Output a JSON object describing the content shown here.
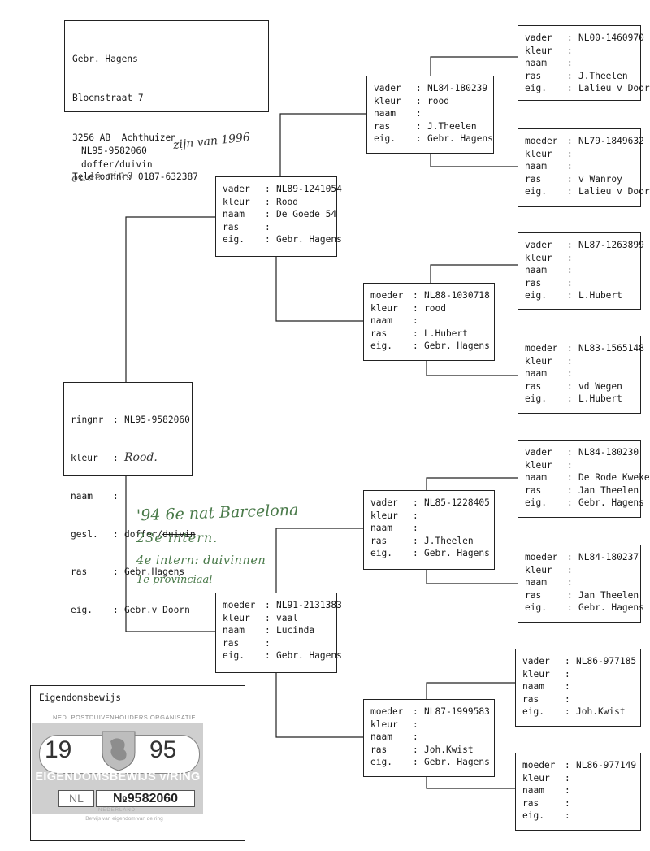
{
  "owner": {
    "name": "Gebr. Hagens",
    "street": "Bloemstraat 7",
    "city": "3256 AB  Achthuizen",
    "phone": "Telefoonnr: 0187-632387"
  },
  "intro": {
    "ring": "NL95-9582060",
    "sex": "doffer/duivin",
    "hand_note_1": "zijn van 1996",
    "hand_note_2": "oude ring"
  },
  "subject": {
    "ringnr_label": "ringnr",
    "ringnr": "NL95-9582060",
    "kleur_label": "kleur",
    "kleur": "Rood.",
    "naam_label": "naam",
    "naam": "",
    "gesl_label": "gesl.",
    "gesl_a": "doffer/",
    "gesl_b": "duivin",
    "ras_label": "ras",
    "ras": "Gebr.Hagens",
    "eig_label": "eig.",
    "eig": "Gebr.v Doorn"
  },
  "labels": {
    "vader": "vader",
    "moeder": "moeder",
    "kleur": "kleur",
    "naam": "naam",
    "ras": "ras",
    "eig": "eig.",
    "colon": ":"
  },
  "gen1": {
    "vader": {
      "ring": "NL89-1241054",
      "kleur": "Rood",
      "naam": "De Goede 54",
      "ras": "",
      "eig": "Gebr. Hagens"
    },
    "moeder": {
      "ring": "NL91-2131383",
      "kleur": "vaal",
      "naam": "Lucinda",
      "ras": "",
      "eig": "Gebr. Hagens"
    }
  },
  "gen2": {
    "vv": {
      "ring": "NL84-180239",
      "kleur": "rood",
      "naam": "",
      "ras": "J.Theelen",
      "eig": "Gebr. Hagens"
    },
    "vm": {
      "ring": "NL88-1030718",
      "kleur": "rood",
      "naam": "",
      "ras": "L.Hubert",
      "eig": "Gebr. Hagens"
    },
    "mv": {
      "ring": "NL85-1228405",
      "kleur": "",
      "naam": "",
      "ras": "J.Theelen",
      "eig": "Gebr. Hagens"
    },
    "mm": {
      "ring": "NL87-1999583",
      "kleur": "",
      "naam": "",
      "ras": "Joh.Kwist",
      "eig": "Gebr. Hagens"
    }
  },
  "gen3": {
    "vvv": {
      "ring": "NL00-1460970",
      "kleur": "",
      "naam": "",
      "ras": "J.Theelen",
      "eig": "Lalieu v Doorn"
    },
    "vvm": {
      "ring": "NL79-1849632",
      "kleur": "",
      "naam": "",
      "ras": "v Wanroy",
      "eig": "Lalieu v Doorn"
    },
    "vmv": {
      "ring": "NL87-1263899",
      "kleur": "",
      "naam": "",
      "ras": "",
      "eig": "L.Hubert"
    },
    "vmm": {
      "ring": "NL83-1565148",
      "kleur": "",
      "naam": "",
      "ras": "vd Wegen",
      "eig": "L.Hubert"
    },
    "mvv": {
      "ring": "NL84-180230",
      "kleur": "",
      "naam": "De Rode Kweker",
      "ras": "Jan Theelen",
      "eig": "Gebr. Hagens"
    },
    "mvm": {
      "ring": "NL84-180237",
      "kleur": "",
      "naam": "",
      "ras": "Jan Theelen",
      "eig": "Gebr. Hagens"
    },
    "mmv": {
      "ring": "NL86-977185",
      "kleur": "",
      "naam": "",
      "ras": "",
      "eig": "Joh.Kwist"
    },
    "mmm": {
      "ring": "NL86-977149",
      "kleur": "",
      "naam": "",
      "ras": "",
      "eig": ""
    }
  },
  "results": {
    "line1": "'94 6e nat Barcelona",
    "line2": "23e intern.",
    "line3": "4e intern: duivinnen",
    "line4": "1e provinciaal"
  },
  "certificate": {
    "title": "Eigendomsbewijs",
    "org": "NED. POSTDUIVENHOUDERS ORGANISATIE",
    "year_a": "19",
    "year_b": "95",
    "banner": "EIGENDOMSBEWIJS v/RING",
    "country": "NL",
    "number": "№9582060",
    "country_full": "NEDERLAND",
    "footer": "Bewijs van eigendom van de ring"
  },
  "colors": {
    "ink": "#1a1a1a",
    "handwriting_green": "#4a7a4a",
    "cert_grey": "#9a9a9a"
  }
}
